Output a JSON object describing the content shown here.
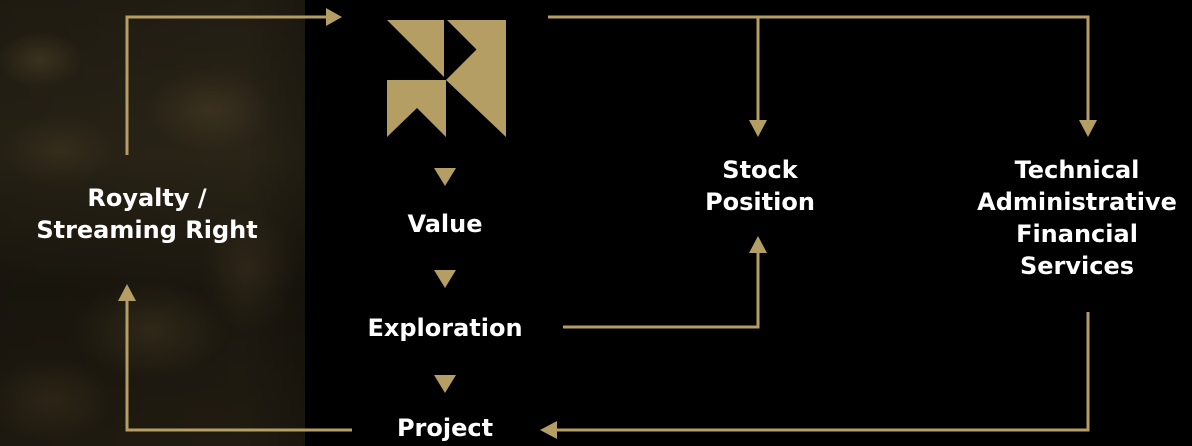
{
  "colors": {
    "background": "#000000",
    "accent_gold": "#b59e63",
    "text": "#ffffff"
  },
  "logo": {
    "icon": "pinwheel-logo-icon"
  },
  "nodes": {
    "royalty": [
      "Royalty /",
      "Streaming Right"
    ],
    "value": "Value",
    "exploration": "Exploration",
    "project": "Project",
    "stock": [
      "Stock",
      "Position"
    ],
    "services": [
      "Technical",
      "Administrative",
      "Financial",
      "Services"
    ]
  }
}
